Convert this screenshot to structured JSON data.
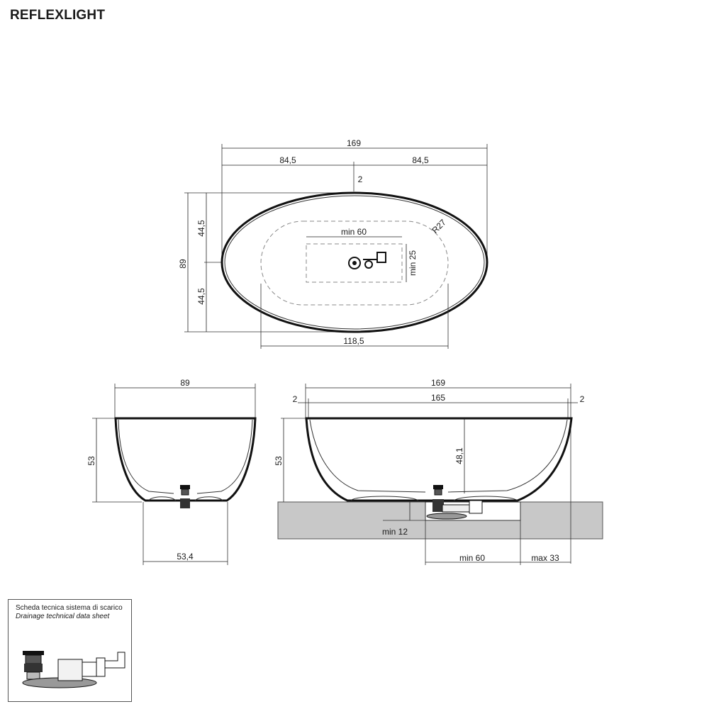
{
  "title": "REFLEXLIGHT",
  "top_view": {
    "overall_width": "169",
    "half_left": "84,5",
    "half_right": "84,5",
    "rim": "2",
    "depth": "89",
    "half_top": "44,5",
    "half_bottom": "44,5",
    "inner_width": "118,5",
    "radius": "R27",
    "drain_zone_width": "min 60",
    "drain_zone_height": "min 25"
  },
  "side_view": {
    "width": "89",
    "height": "53",
    "base_width": "53,4"
  },
  "front_view": {
    "overall_width": "169",
    "inner_width": "165",
    "rim_left": "2",
    "rim_right": "2",
    "height": "53",
    "inner_depth": "48,1",
    "recess_depth": "min 12",
    "recess_width": "min 60",
    "offset": "max 33"
  },
  "datasheet": {
    "title_it": "Scheda tecnica sistema di scarico",
    "title_en": "Drainage technical data sheet"
  },
  "colors": {
    "floor": "#c8c8c8",
    "line": "#111111"
  }
}
